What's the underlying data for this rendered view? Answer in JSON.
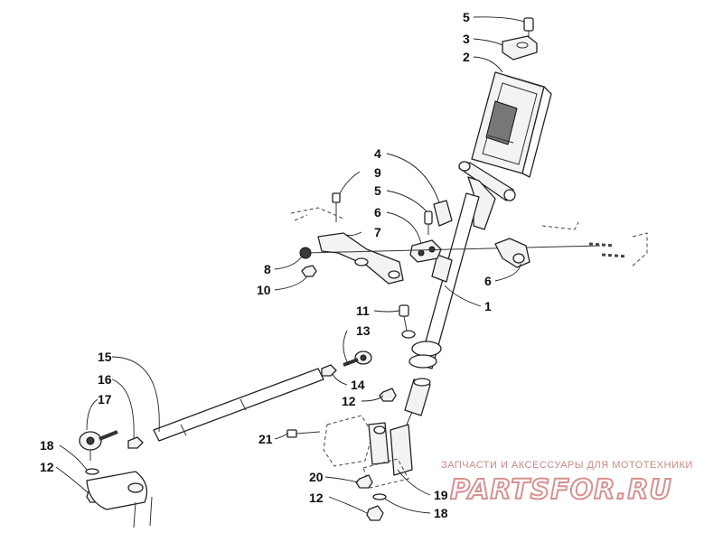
{
  "callouts": {
    "c5_top": "5",
    "c3": "3",
    "c2": "2",
    "c4": "4",
    "c9": "9",
    "c5_mid": "5",
    "c6_left": "6",
    "c7": "7",
    "c8": "8",
    "c10": "10",
    "c6_right": "6",
    "c1": "1",
    "c11": "11",
    "c13": "13",
    "c14": "14",
    "c12_mid": "12",
    "c15": "15",
    "c16": "16",
    "c17": "17",
    "c18_left": "18",
    "c12_left": "12",
    "c21": "21",
    "c20": "20",
    "c12_bottom": "12",
    "c19": "19",
    "c18_bottom": "18"
  },
  "watermark": {
    "caption": "ЗАПЧАСТИ И АКСЕССУАРЫ ДЛЯ МОТОТЕХНИКИ",
    "brand": "PARTSFOR.RU"
  }
}
